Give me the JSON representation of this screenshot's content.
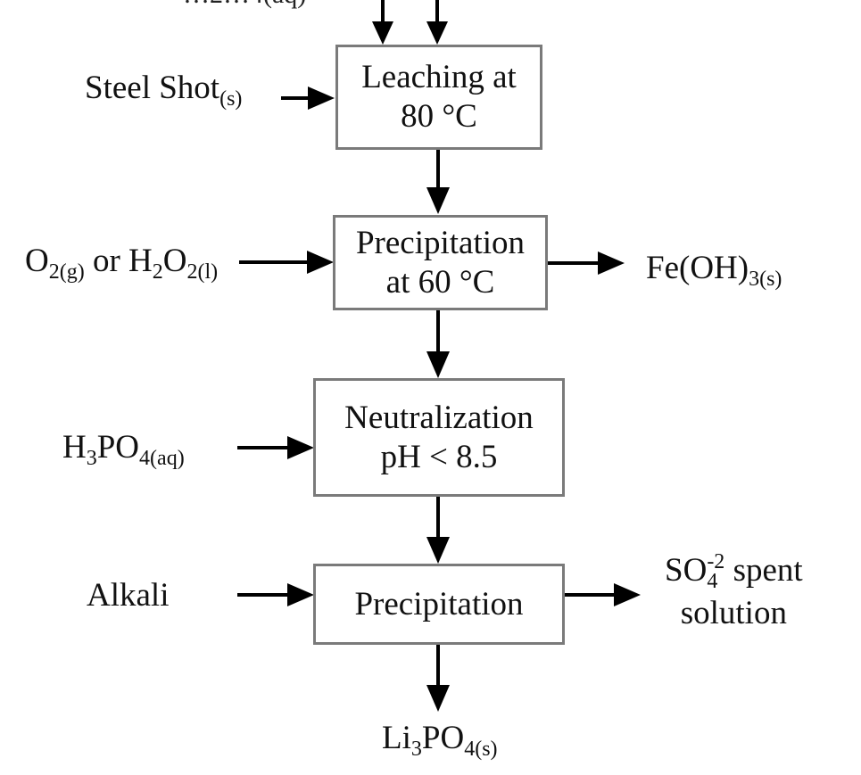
{
  "top_partial_label": "…2…4(aq)",
  "steps": [
    {
      "line1": "Leaching at",
      "line2": "80 °C"
    },
    {
      "line1": "Precipitation",
      "line2": "at 60 °C"
    },
    {
      "line1": "Neutralization",
      "line2": "pH < 8.5"
    },
    {
      "line1": "Precipitation",
      "line2": ""
    }
  ],
  "inputs": {
    "steel_shot": {
      "main": "Steel Shot",
      "sub": "(s)"
    },
    "oxidant": {
      "o": "O",
      "o_sub": "2(g)",
      "or": " or ",
      "h": "H",
      "h_sub": "2",
      "o2": "O",
      "o2_sub": "2(l)"
    },
    "phosphoric_acid": {
      "h": "H",
      "h_sub": "3",
      "po": "PO",
      "po_sub": "4(aq)"
    },
    "alkali": "Alkali"
  },
  "outputs": {
    "iron_hydroxide": {
      "main": "Fe(OH)",
      "sub": "3(s)"
    },
    "spent_solution": {
      "so": "SO",
      "so_sub": "4",
      "so_sup": "-2",
      "rest": " spent",
      "line2": "solution"
    },
    "lithium_phosphate": {
      "li": "Li",
      "li_sub": "3",
      "po": "PO",
      "po_sub": "4(s)"
    }
  }
}
